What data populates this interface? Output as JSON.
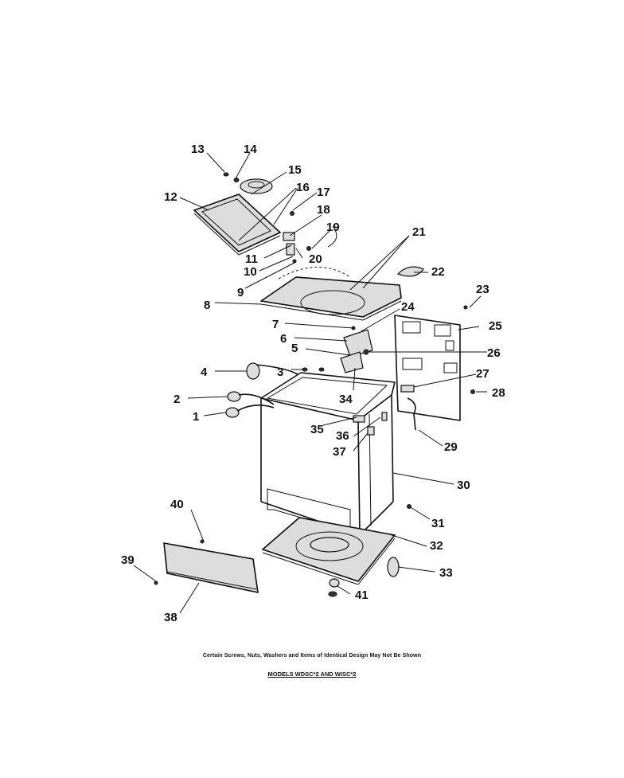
{
  "diagram": {
    "labels": [
      "1",
      "2",
      "3",
      "4",
      "5",
      "6",
      "7",
      "8",
      "9",
      "10",
      "11",
      "12",
      "13",
      "14",
      "15",
      "16",
      "17",
      "18",
      "19",
      "20",
      "21",
      "22",
      "23",
      "24",
      "25",
      "26",
      "27",
      "28",
      "29",
      "30",
      "31",
      "32",
      "33",
      "34",
      "35",
      "36",
      "37",
      "38",
      "39",
      "40",
      "41"
    ]
  },
  "footnote": "Certain Screws, Nuts, Washers and Items of Identical Design May Not Be Shown",
  "models": "MODELS WDSC*2 AND WISC*2"
}
